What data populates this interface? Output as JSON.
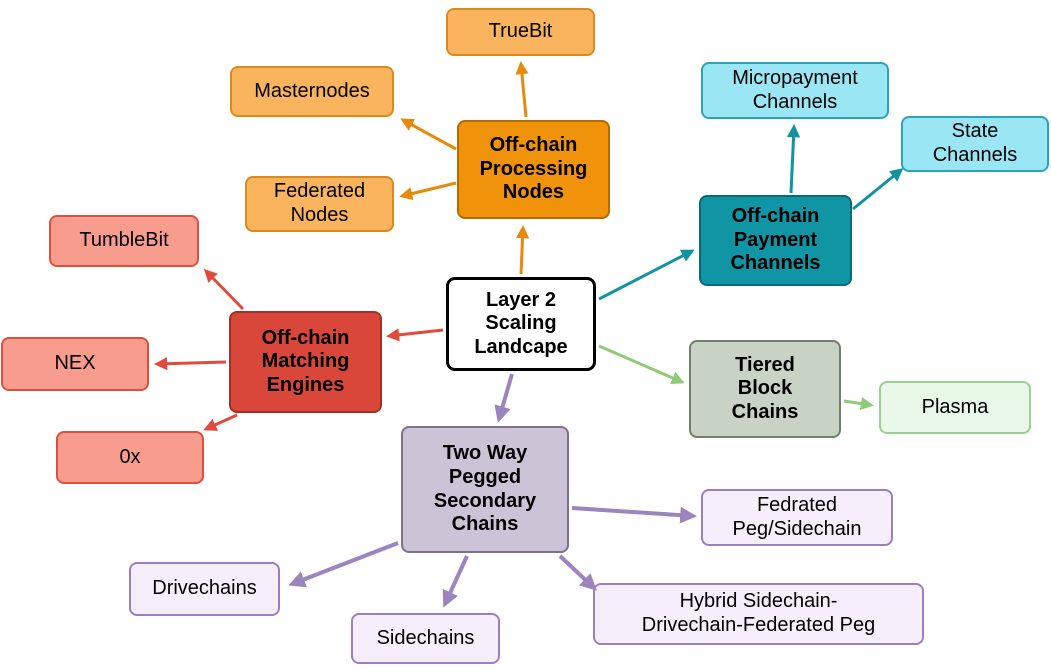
{
  "title": "Layer 2 Scaling Landcape",
  "palette": {
    "orange_main": "#F0930B",
    "orange_light": "#FBB45E",
    "orange_arrow": "#E8890C",
    "teal_main": "#0F95A3",
    "cyan_light": "#9BE6F4",
    "teal_arrow": "#1293A2",
    "sage_main": "#C9D3C5",
    "green_light": "#E9F8E8",
    "green_arrow": "#8FCB76",
    "red_main": "#D9473B",
    "salmon_light": "#F89C8E",
    "red_arrow": "#E04B3C",
    "mauve_main": "#CDC3D6",
    "lavender_light": "#F6EEFB",
    "purple_arrow": "#9C84BE"
  },
  "nodes": {
    "center": {
      "label": "Layer 2\nScaling\nLandcape"
    },
    "processing": {
      "label": "Off-chain\nProcessing\nNodes"
    },
    "truebit": {
      "label": "TrueBit"
    },
    "masternodes": {
      "label": "Masternodes"
    },
    "federated_nodes": {
      "label": "Federated\nNodes"
    },
    "payment": {
      "label": "Off-chain\nPayment\nChannels"
    },
    "micropayment": {
      "label": "Micropayment\nChannels"
    },
    "state": {
      "label": "State\nChannels"
    },
    "tiered": {
      "label": "Tiered\nBlock\nChains"
    },
    "plasma": {
      "label": "Plasma"
    },
    "matching": {
      "label": "Off-chain\nMatching\nEngines"
    },
    "tumblebit": {
      "label": "TumbleBit"
    },
    "nex": {
      "label": "NEX"
    },
    "zerox": {
      "label": "0x"
    },
    "twoway": {
      "label": "Two Way\nPegged\nSecondary\nChains"
    },
    "fedrated_peg": {
      "label": "Fedrated\nPeg/Sidechain"
    },
    "hybrid": {
      "label": "Hybrid Sidechain-\nDrivechain-Federated Peg"
    },
    "sidechains": {
      "label": "Sidechains"
    },
    "drivechains": {
      "label": "Drivechains"
    }
  },
  "edges": [
    {
      "from": "center",
      "to": "processing",
      "color": "#E8890C"
    },
    {
      "from": "processing",
      "to": "truebit",
      "color": "#E8890C"
    },
    {
      "from": "processing",
      "to": "masternodes",
      "color": "#E8890C"
    },
    {
      "from": "processing",
      "to": "federated_nodes",
      "color": "#E8890C"
    },
    {
      "from": "center",
      "to": "payment",
      "color": "#1293A2"
    },
    {
      "from": "payment",
      "to": "micropayment",
      "color": "#1293A2"
    },
    {
      "from": "payment",
      "to": "state",
      "color": "#1293A2"
    },
    {
      "from": "center",
      "to": "tiered",
      "color": "#8FCB76"
    },
    {
      "from": "tiered",
      "to": "plasma",
      "color": "#8FCB76"
    },
    {
      "from": "center",
      "to": "matching",
      "color": "#E04B3C"
    },
    {
      "from": "matching",
      "to": "tumblebit",
      "color": "#E04B3C"
    },
    {
      "from": "matching",
      "to": "nex",
      "color": "#E04B3C"
    },
    {
      "from": "matching",
      "to": "zerox",
      "color": "#E04B3C"
    },
    {
      "from": "center",
      "to": "twoway",
      "color": "#9C84BE"
    },
    {
      "from": "twoway",
      "to": "fedrated_peg",
      "color": "#9C84BE"
    },
    {
      "from": "twoway",
      "to": "hybrid",
      "color": "#9C84BE"
    },
    {
      "from": "twoway",
      "to": "sidechains",
      "color": "#9C84BE"
    },
    {
      "from": "twoway",
      "to": "drivechains",
      "color": "#9C84BE"
    }
  ]
}
